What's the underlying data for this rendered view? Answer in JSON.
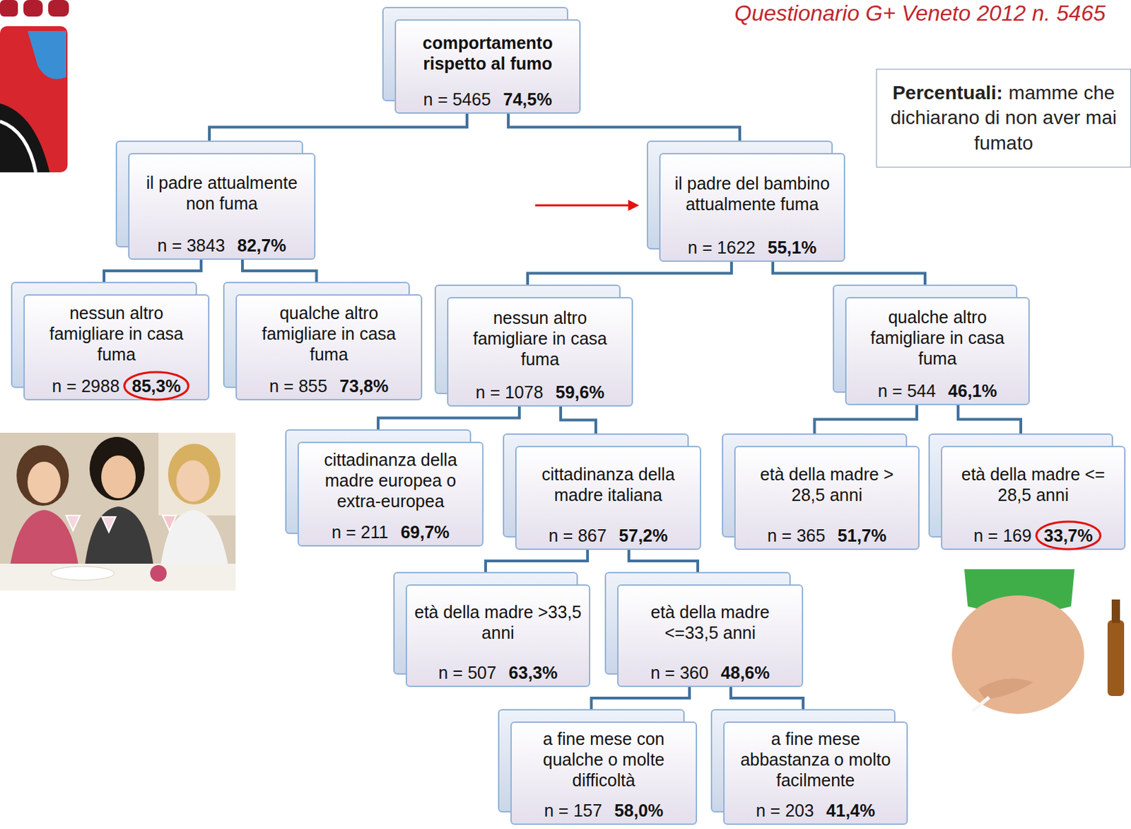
{
  "diagram": {
    "title": "Questionario G+ Veneto 2012 n. 5465",
    "nodes": [
      {
        "text": [
          "comportamento rispetto al fumo",
          "n = 5465",
          "74,5%"
        ]
      },
      {
        "text": [
          "il padre attualmente non fuma",
          "n = 3843",
          "82,7%"
        ]
      },
      {
        "text": [
          "il padre del bambino attualmente fuma",
          "n = 1622",
          "55,1%"
        ]
      },
      {
        "text": [
          "nessun altro famigliare in casa fuma",
          "n = 2988",
          "85,3%"
        ]
      },
      {
        "text": [
          "qualche altro famigliare in casa fuma",
          "n = 855",
          "73,8%"
        ]
      },
      {
        "text": [
          "nessun altro famigliare in casa fuma",
          "n = 1078",
          "59,6%"
        ]
      },
      {
        "text": [
          "qualche altro famigliare in casa fuma",
          "n = 544",
          "46,1%"
        ]
      },
      {
        "text": [
          "cittadinanza della madre europea o extra-europea",
          "n = 211",
          "69,7%"
        ]
      },
      {
        "text": [
          "cittadinanza della madre italiana",
          "n = 867",
          "57,2%"
        ]
      },
      {
        "text": [
          "età della madre > 28,5 anni",
          "n = 365",
          "51,7%"
        ]
      },
      {
        "text": [
          "età della madre <= 28,5 anni",
          "n = 169",
          "33,7%"
        ]
      },
      {
        "text": [
          "età della madre >33,5 anni",
          "n = 507",
          "63,3%"
        ]
      },
      {
        "text": [
          "età della madre <=33,5 anni",
          "n = 360",
          "48,6%"
        ]
      },
      {
        "text": [
          "a fine mese con qualche o molte difficoltà",
          "n = 157",
          "58,0%"
        ]
      },
      {
        "text": [
          "a fine mese abbastanza o molto facilmente",
          "n = 203",
          "41,4%"
        ]
      },
      {
        "text": [
          "Percentuali:",
          "mamme che dichiarano di non aver mai fumato"
        ]
      }
    ],
    "edges": [
      {
        "from": 0,
        "to": 1,
        "arrow": "none"
      },
      {
        "from": 0,
        "to": 2,
        "arrow": "none"
      },
      {
        "from": 1,
        "to": 3,
        "arrow": "none"
      },
      {
        "from": 1,
        "to": 4,
        "arrow": "none"
      },
      {
        "from": 2,
        "to": 5,
        "arrow": "none"
      },
      {
        "from": 2,
        "to": 6,
        "arrow": "none"
      },
      {
        "from": 5,
        "to": 7,
        "arrow": "none"
      },
      {
        "from": 5,
        "to": 8,
        "arrow": "none"
      },
      {
        "from": 6,
        "to": 9,
        "arrow": "none"
      },
      {
        "from": 6,
        "to": 10,
        "arrow": "none"
      },
      {
        "from": 8,
        "to": 11,
        "arrow": "none"
      },
      {
        "from": 8,
        "to": 12,
        "arrow": "none"
      },
      {
        "from": 12,
        "to": 13,
        "arrow": "none"
      },
      {
        "from": 12,
        "to": 14,
        "arrow": "none"
      }
    ]
  }
}
